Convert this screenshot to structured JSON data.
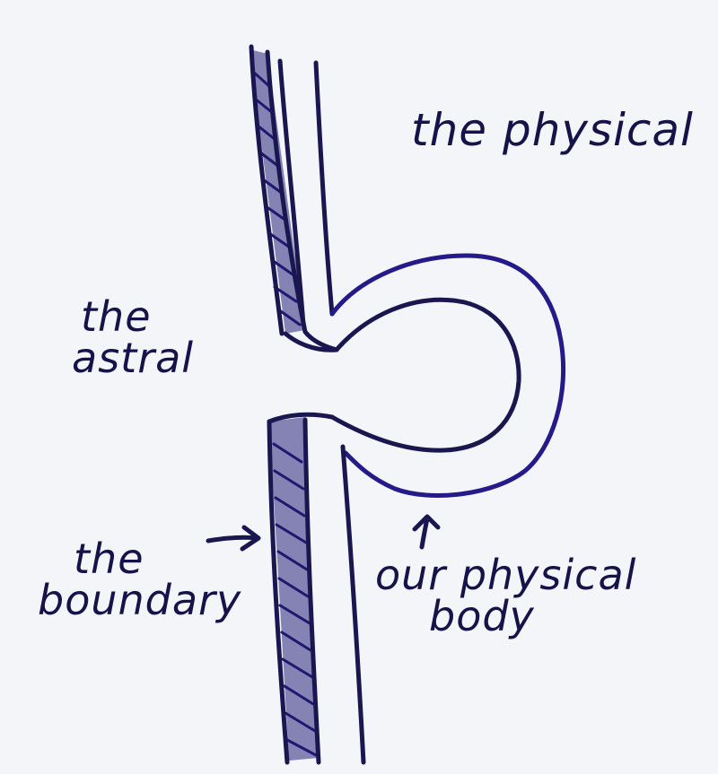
{
  "labels": {
    "physical": "the physical",
    "astral": [
      "the",
      "astral"
    ],
    "boundary": [
      "the",
      "boundary"
    ],
    "body": [
      "our physical",
      "body"
    ]
  },
  "colors": {
    "ink": "#1a1650",
    "ink_blue": "#241a8a",
    "paper": "#f4f5f9"
  }
}
